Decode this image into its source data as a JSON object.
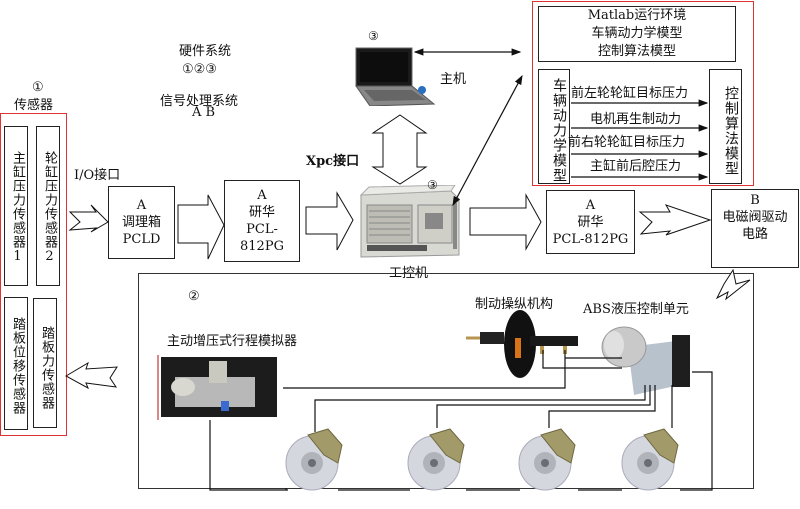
{
  "legend": {
    "hardware_title": "硬件系统",
    "hardware_marks": "①②③",
    "signal_title": "信号处理系统",
    "signal_marks": "A B"
  },
  "sensors": {
    "mark": "①",
    "title": "传感器",
    "items": [
      {
        "label": "主缸压力传感器1"
      },
      {
        "label": "轮缸压力传感器2"
      },
      {
        "label": "踏板位移传感器"
      },
      {
        "label": "踏板力传感器"
      }
    ]
  },
  "io_label": "I/O接口",
  "conditioning_box": {
    "tag": "A",
    "line1": "调理箱",
    "line2": "PCLD"
  },
  "daq_left": {
    "tag": "A",
    "line1": "研华",
    "line2": "PCL-",
    "line3": "812PG"
  },
  "industrial_pc": {
    "mark": "③",
    "label": "工控机"
  },
  "host": {
    "mark": "③",
    "label": "主机"
  },
  "xpc_label": "Xpc接口",
  "daq_right": {
    "tag": "A",
    "line1": "研华",
    "line2": "PCL-812PG"
  },
  "valve_driver": {
    "tag": "B",
    "line1": "电磁阀驱动",
    "line2": "电路"
  },
  "matlab": {
    "line1": "Matlab运行环境",
    "line2": "车辆动力学模型",
    "line3": "控制算法模型",
    "left_model": "车辆动力学模型",
    "right_model": "控制算法模型",
    "signals": [
      "前左轮轮缸目标压力",
      "电机再生制动力",
      "前右轮轮缸目标压力",
      "主缸前后腔压力"
    ]
  },
  "hardware_area": {
    "mark": "②",
    "simulator_label": "主动增压式行程模拟器",
    "brake_control_label": "制动操纵机构",
    "abs_label": "ABS液压控制单元",
    "wheel_count": 4
  }
}
